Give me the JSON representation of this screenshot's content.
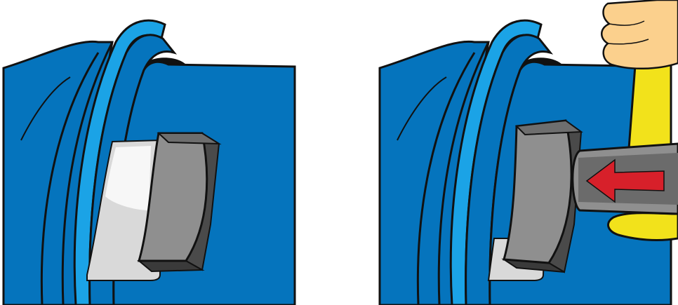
{
  "figure": {
    "panels": [
      {
        "id": "step-1",
        "elements": [
          "wheel-rim",
          "tire-sidewall",
          "balancing-weight",
          "backing-strip"
        ]
      },
      {
        "id": "step-2",
        "elements": [
          "wheel-rim",
          "tire-sidewall",
          "balancing-weight",
          "backing-strip",
          "hand",
          "mallet",
          "direction-arrow"
        ]
      }
    ],
    "colors": {
      "tire_blue": "#0574bd",
      "rim_light_blue": "#1ba3e6",
      "weight_gray": "#8f8f8f",
      "weight_dark": "#4a4a4a",
      "strip_silver": "#d9d9d9",
      "mallet_yellow": "#f2e21b",
      "skin": "#fbd08d",
      "arrow_red": "#d7202a",
      "outline": "#111111"
    },
    "arrow_direction": "left"
  }
}
